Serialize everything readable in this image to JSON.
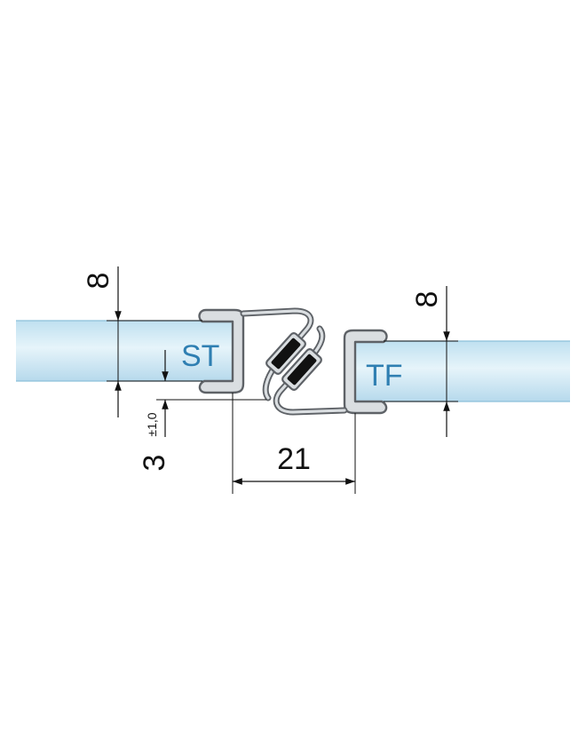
{
  "labels": {
    "left_profile": "ST",
    "right_profile": "TF"
  },
  "dimensions": {
    "left_glass_thickness": "8",
    "right_glass_thickness": "8",
    "offset": "3",
    "offset_tolerance": "±1,0",
    "overall_width": "21"
  },
  "colors": {
    "glass_top": "#c9e6f3",
    "glass_mid": "#eaf6fb",
    "glass_edge": "#7fb9d6",
    "label_blue": "#2f7fb2",
    "profile_fill": "#d8dcdf",
    "profile_stroke": "#5e6267",
    "magnet": "#111111",
    "dimension_line": "#111111"
  }
}
